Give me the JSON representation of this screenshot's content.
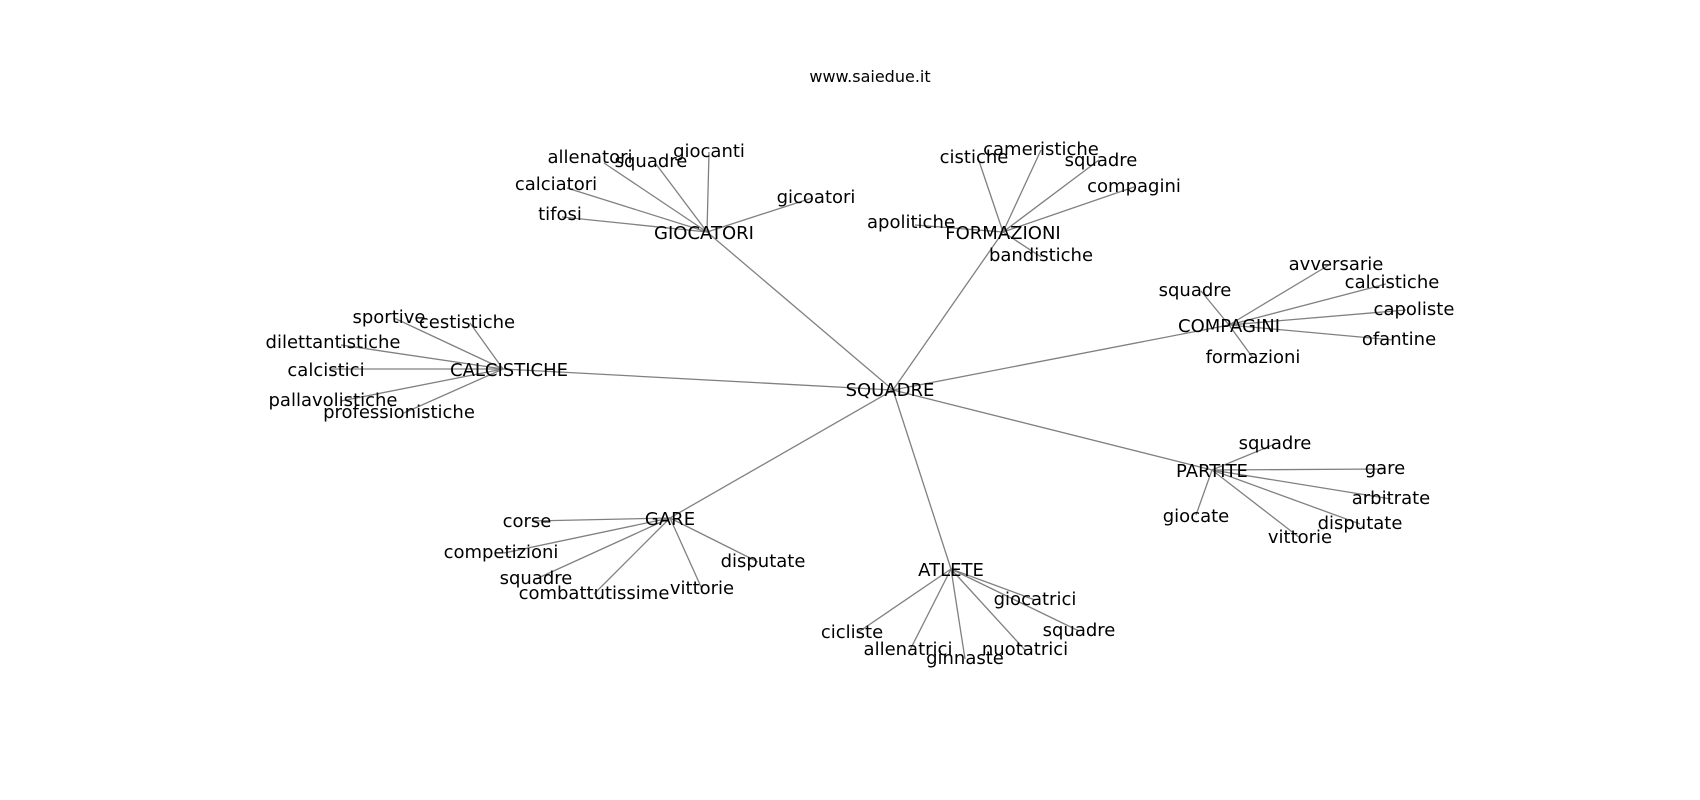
{
  "site_label": "www.saiedue.it",
  "center": {
    "word": "SQUADRE"
  },
  "groups": [
    {
      "word": "GIOCATORI",
      "leaves": [
        "allenatori",
        "squadre",
        "giocanti",
        "calciatori",
        "tifosi",
        "gicoatori"
      ]
    },
    {
      "word": "FORMAZIONI",
      "leaves": [
        "cistiche",
        "cameristiche",
        "squadre",
        "compagini",
        "apolitiche",
        "bandistiche"
      ]
    },
    {
      "word": "CALCISTICHE",
      "leaves": [
        "sportive",
        "cestistiche",
        "dilettantistiche",
        "calcistici",
        "pallavolistiche",
        "professionistiche"
      ]
    },
    {
      "word": "COMPAGINI",
      "leaves": [
        "avversarie",
        "squadre",
        "calcistiche",
        "capoliste",
        "ofantine",
        "formazioni"
      ]
    },
    {
      "word": "PARTITE",
      "leaves": [
        "squadre",
        "gare",
        "arbitrate",
        "giocate",
        "disputate",
        "vittorie"
      ]
    },
    {
      "word": "GARE",
      "leaves": [
        "corse",
        "competizioni",
        "squadre",
        "combattutissime",
        "vittorie",
        "disputate"
      ]
    },
    {
      "word": "ATLETE",
      "leaves": [
        "giocatrici",
        "squadre",
        "cicliste",
        "allenatrici",
        "ginnaste",
        "nuotatrici"
      ]
    }
  ]
}
